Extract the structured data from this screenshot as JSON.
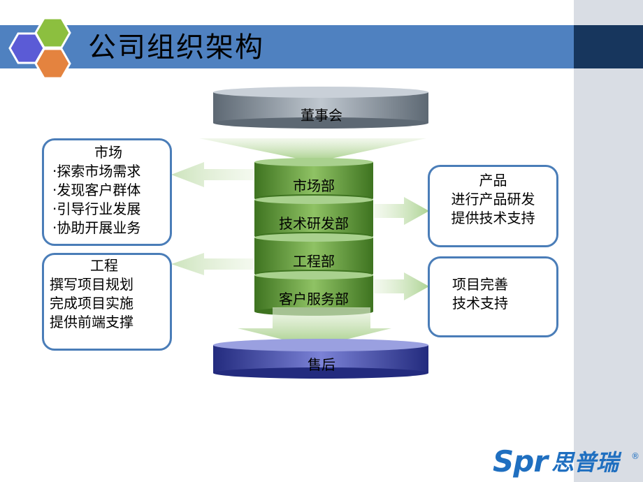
{
  "title": "公司组织架构",
  "top_layer": "董事会",
  "bottom_layer": "售后",
  "departments": [
    "市场部",
    "技术研发部",
    "工程部",
    "客户服务部"
  ],
  "left_boxes": [
    {
      "lines": [
        "市场",
        "·探索市场需求",
        "·发现客户群体",
        "·引导行业发展",
        "·协助开展业务"
      ]
    },
    {
      "lines": [
        "工程",
        "撰写项目规划",
        "完成项目实施",
        "提供前端支撑"
      ]
    }
  ],
  "right_boxes": [
    {
      "lines": [
        "产品",
        "进行产品研发",
        "提供技术支持"
      ]
    },
    {
      "lines": [
        "项目完善",
        "技术支持"
      ]
    }
  ],
  "brand": {
    "latin": "Spr",
    "chinese": "思普瑞",
    "mark": "®"
  },
  "colors": {
    "title_bar": "#4f81c0",
    "box_border": "#4a7db8",
    "dept_green": "#4e8a2a",
    "top_gray": "#6e7a86",
    "bottom_blue": "#2b3590",
    "brand_blue": "#1f6fc0"
  }
}
